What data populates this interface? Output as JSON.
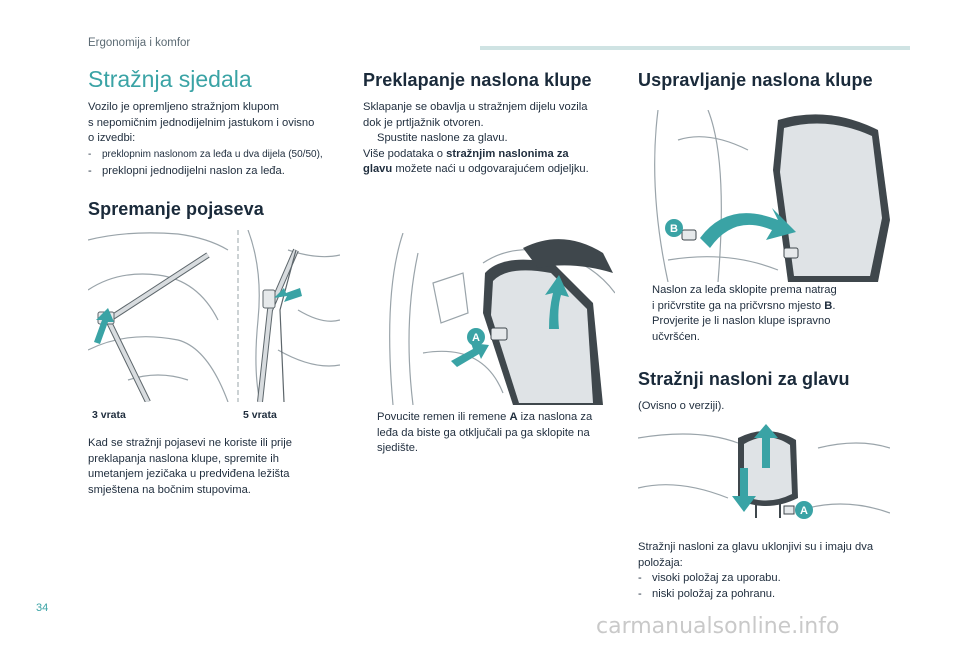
{
  "header": {
    "section": "Ergonomija i komfor"
  },
  "page_number": "34",
  "watermark": "carmanualsonline.info",
  "col1": {
    "title": "Stražnja sjedala",
    "intro": [
      "Vozilo je opremljeno stražnjom klupom",
      "s nepomičnim jednodijelnim jastukom i ovisno",
      "o izvedbi:"
    ],
    "dash1": "preklopnim naslonom za leđa u dva dijela (50/50),",
    "dash2": "preklopni jednodijelni naslon za leđa.",
    "h_belts": "Spremanje pojaseva",
    "cap3": "3 vrata",
    "cap5": "5 vrata",
    "belts_text": [
      "Kad se stražnji pojasevi ne koriste ili prije",
      "preklapanja naslona klupe, spremite ih",
      "umetanjem jezičaka u predviđena ležišta",
      "smještena na bočnim stupovima."
    ]
  },
  "col2": {
    "title": "Preklapanje naslona klupe",
    "p1": [
      "Sklapanje se obavlja u stražnjem dijelu vozila",
      "dok je prtljažnik otvoren."
    ],
    "b1": "Spustite naslone za glavu.",
    "more_pre": "Više podataka o ",
    "more_bold1": "stražnjim naslonima za",
    "more_bold2": "glavu",
    "more_post": " možete naći u odgovarajućem odjeljku.",
    "label_a": "A",
    "b2_pre": "Povucite remen ili remene ",
    "b2_bold": "A",
    "b2_post": " iza naslona za",
    "b2_l2": "leđa da biste ga otključali pa ga sklopite na",
    "b2_l3": "sjedište."
  },
  "col3": {
    "title": "Uspravljanje naslona klupe",
    "label_b": "B",
    "b1_l1": "Naslon za leđa sklopite prema natrag",
    "b1_l2_pre": "i pričvrstite ga na pričvrsno mjesto ",
    "b1_l2_bold": "B",
    "b1_l2_post": ".",
    "b2_l1": "Provjerite je li naslon klupe ispravno",
    "b2_l2": "učvršćen.",
    "h_head": "Stražnji nasloni za glavu",
    "version": "(Ovisno o verziji).",
    "label_a": "A",
    "head_text": [
      "Stražnji nasloni za glavu uklonjivi su i imaju dva",
      "položaja:"
    ],
    "dash1": "visoki položaj za uporabu.",
    "dash2": "niski položaj za pohranu."
  },
  "bullet_symbol": "",
  "dash_symbol": "-",
  "colors": {
    "accent": "#3aa3a5",
    "arrow": "#3aa3a5",
    "text": "#1f2d3d"
  }
}
